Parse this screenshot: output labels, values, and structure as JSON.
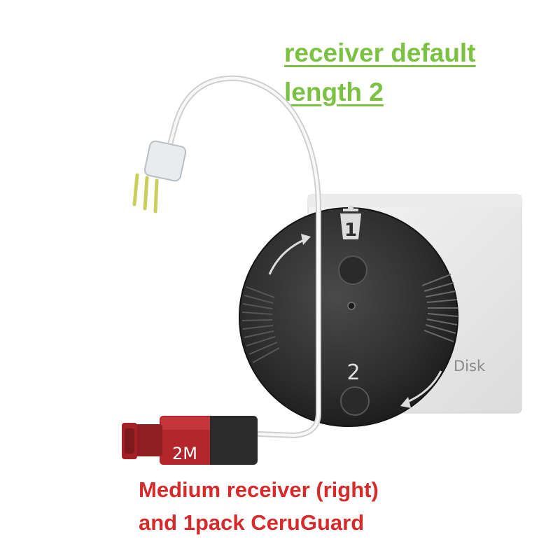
{
  "caption_top": {
    "line1": "receiver default",
    "line2": "length 2",
    "color": "#7cc242"
  },
  "caption_bottom": {
    "line1": "Medium receiver (right)",
    "line2": "and 1pack CeruGuard",
    "color": "#d72a2a"
  },
  "dial": {
    "position1_label": "1",
    "position2_label": "2"
  },
  "box": {
    "brand_text": "Disk"
  },
  "receiver": {
    "size_label": "2M",
    "color": "#b3262b"
  }
}
